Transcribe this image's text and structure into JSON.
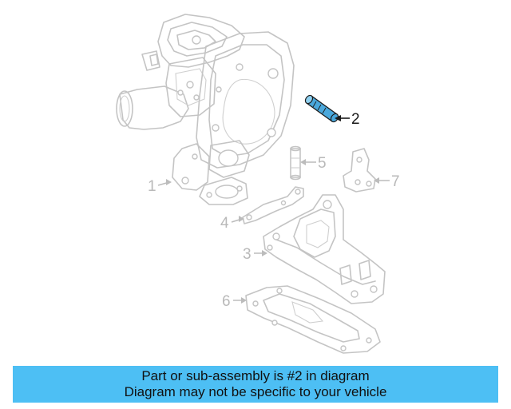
{
  "diagram": {
    "callouts": [
      {
        "number": "1"
      },
      {
        "number": "2"
      },
      {
        "number": "3"
      },
      {
        "number": "4"
      },
      {
        "number": "5"
      },
      {
        "number": "6"
      },
      {
        "number": "7"
      }
    ],
    "highlight_color": "#4aa8dc"
  },
  "banner": {
    "line1": "Part or sub-assembly is #2 in diagram",
    "line2": "Diagram may not be specific to your vehicle",
    "background_color": "#4dbff4"
  }
}
